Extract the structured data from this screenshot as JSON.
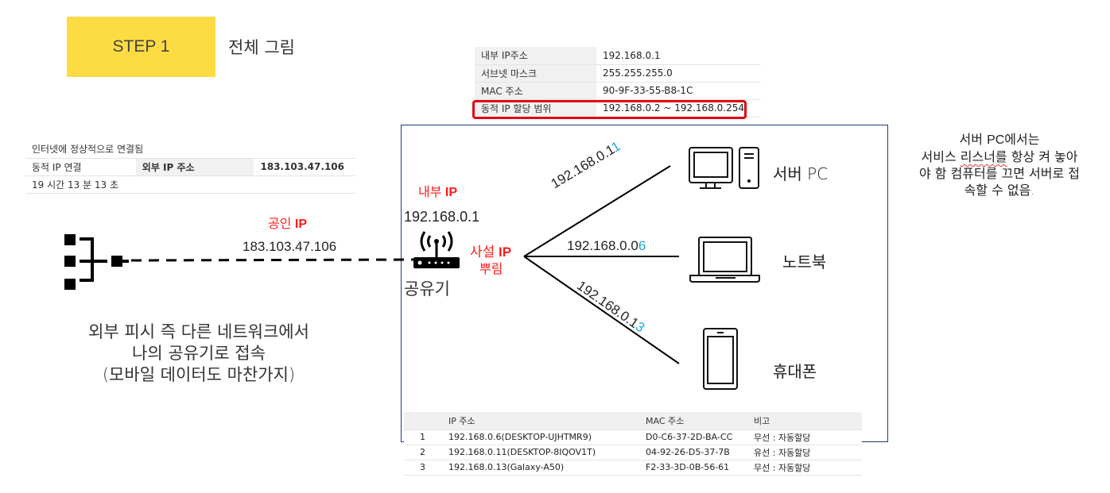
{
  "step": {
    "badge": "STEP 1",
    "title": "전체 그림"
  },
  "router_info": {
    "rows": [
      {
        "key": "내부 IP주소",
        "value": "192.168.0.1"
      },
      {
        "key": "서브넷 마스크",
        "value": "255.255.255.0"
      },
      {
        "key": "MAC 주소",
        "value": "90-9F-33-55-B8-1C"
      },
      {
        "key": "동적 IP 할당 범위",
        "value": "192.168.0.2 ~  192.168.0.254"
      }
    ],
    "highlight_color": "#e30613"
  },
  "wan_status": {
    "status": "인터넷에 정상적으로 연결됨",
    "connection_type": "동적 IP 연결",
    "external_ip_label": "외부 IP 주소",
    "external_ip": "183.103.47.106",
    "uptime": "19 시간 13 분 13 초"
  },
  "diagram": {
    "public_ip_label_ko": "공인",
    "public_ip_label_ip": "IP",
    "public_ip": "183.103.47.106",
    "internal_ip_label_ko": "내부",
    "internal_ip_label_ip": "IP",
    "router_ip": "192.168.0.1",
    "router_label": "공유기",
    "private_ip_label_ko": "사설",
    "private_ip_label_ip": "IP",
    "private_ip_sub": "뿌림",
    "links": [
      {
        "prefix": "192.168.0.1",
        "suffix": "1",
        "device": "서버 PC"
      },
      {
        "prefix": "192.168.0.0",
        "suffix": "6",
        "device": "노트북"
      },
      {
        "prefix": "192.168.0.1",
        "suffix": "3",
        "device": "휴대폰"
      }
    ],
    "external_desc": [
      "외부 피시 즉 다른 네트워크에서",
      "나의 공유기로 접속",
      "(모바일 데이터도 마찬가지)"
    ],
    "accent_red": "#ff1a1a",
    "accent_blue": "#1ea7e0",
    "box_border": "#1f3a7a"
  },
  "note": {
    "line1_a": "서버 ",
    "line1_b": "PC",
    "line1_c": "에서는",
    "line2_a": "서비스 ",
    "line2_b": "리스너를",
    "line2_c": " 항상 켜 놓아",
    "line3": "야 함 컴퓨터를 끄면 서버로 접",
    "line4": "속할 수 없음."
  },
  "devices_table": {
    "headers": [
      "",
      "IP 주소",
      "MAC 주소",
      "비고"
    ],
    "rows": [
      {
        "no": "1",
        "ip": "192.168.0.6(DESKTOP-UJHTMR9)",
        "mac": "D0-C6-37-2D-BA-CC",
        "note": "무선 : 자동할당"
      },
      {
        "no": "2",
        "ip": "192.168.0.11(DESKTOP-8IQOV1T)",
        "mac": "04-92-26-D5-37-7B",
        "note": "유선 : 자동할당"
      },
      {
        "no": "3",
        "ip": "192.168.0.13(Galaxy-A50)",
        "mac": "F2-33-3D-0B-56-61",
        "note": "무선 : 자동할당"
      }
    ]
  }
}
